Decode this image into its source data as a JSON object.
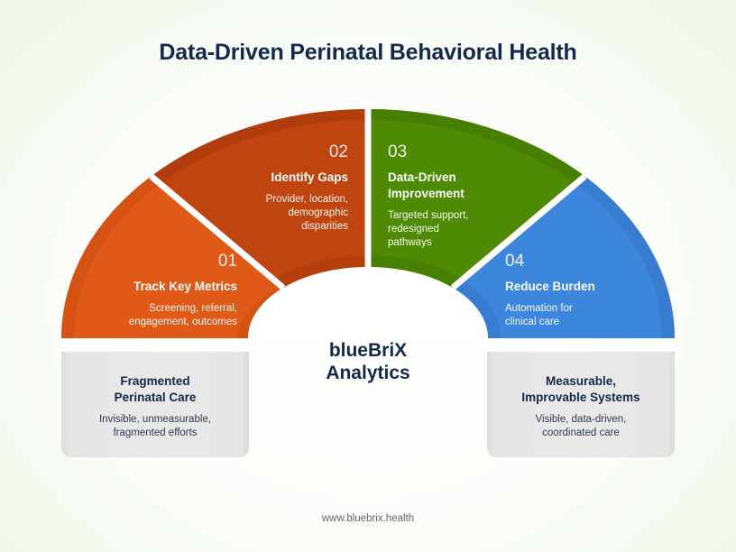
{
  "title": "Data-Driven Perinatal Behavioral Health",
  "segments": [
    {
      "number": "01",
      "title": "Track Key Metrics",
      "desc_lines": [
        "Screening, referral,",
        "engagement, outcomes"
      ],
      "color": "#e05a17",
      "shade": "#cf4f12"
    },
    {
      "number": "02",
      "title": "Identify Gaps",
      "desc_lines": [
        "Provider, location,",
        "demographic",
        "disparities"
      ],
      "color": "#c0440f",
      "shade": "#b03c0c"
    },
    {
      "number": "03",
      "title_lines": [
        "Data-Driven",
        "Improvement"
      ],
      "desc_lines": [
        "Targeted support,",
        "redesigned",
        "pathways"
      ],
      "color": "#4e8a03",
      "shade": "#467d02"
    },
    {
      "number": "04",
      "title": "Reduce Burden",
      "desc_lines": [
        "Automation for",
        "clinical care"
      ],
      "color": "#3d86dd",
      "shade": "#3479cc"
    }
  ],
  "center": {
    "line1": "blueBriX",
    "line2": "Analytics"
  },
  "boxes": {
    "left": {
      "title_lines": [
        "Fragmented",
        "Perinatal Care"
      ],
      "desc_lines": [
        "Invisible, unmeasurable,",
        "fragmented efforts"
      ]
    },
    "right": {
      "title_lines": [
        "Measurable,",
        "Improvable Systems"
      ],
      "desc_lines": [
        "Visible, data-driven,",
        "coordinated care"
      ]
    }
  },
  "footer": "www.bluebrix.health"
}
